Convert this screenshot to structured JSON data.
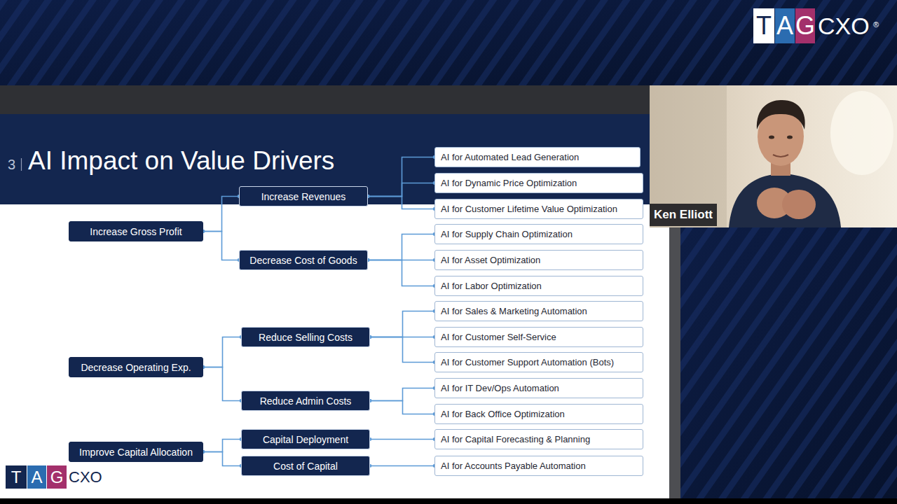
{
  "diagram": {
    "title": "AI Impact on Value Drivers",
    "nodes": [
      {
        "text": [
          "Increase Gross Profit"
        ]
      },
      {
        "text": [
          "Increase Revenues"
        ]
      },
      {
        "text": [
          "AI for Automated Lead Generation"
        ]
      },
      {
        "text": [
          "AI for Dynamic Price Optimization"
        ]
      },
      {
        "text": [
          "AI for Customer Lifetime Value Optimization"
        ]
      },
      {
        "text": [
          "Decrease Cost of Goods"
        ]
      },
      {
        "text": [
          "AI for Supply Chain Optimization"
        ]
      },
      {
        "text": [
          "AI for Asset Optimization"
        ]
      },
      {
        "text": [
          "AI for Labor Optimization"
        ]
      },
      {
        "text": [
          "Decrease Operating Exp."
        ]
      },
      {
        "text": [
          "Reduce Selling Costs"
        ]
      },
      {
        "text": [
          "AI for Sales & Marketing Automation"
        ]
      },
      {
        "text": [
          "AI for Customer Self-Service"
        ]
      },
      {
        "text": [
          "AI for Customer Support Automation (Bots)"
        ]
      },
      {
        "text": [
          "Reduce Admin Costs"
        ]
      },
      {
        "text": [
          "AI for IT Dev/Ops Automation"
        ]
      },
      {
        "text": [
          "AI for Back Office Optimization"
        ]
      },
      {
        "text": [
          "Improve Capital Allocation"
        ]
      },
      {
        "text": [
          "Capital Deployment"
        ]
      },
      {
        "text": [
          "AI for Capital Forecasting & Planning"
        ]
      },
      {
        "text": [
          "Cost of Capital"
        ]
      },
      {
        "text": [
          "AI for Accounts Payable Automation"
        ]
      }
    ],
    "edges": [
      {
        "from": 0,
        "to": 1,
        "arrow": "none"
      },
      {
        "from": 0,
        "to": 5,
        "arrow": "none"
      },
      {
        "from": 1,
        "to": 2,
        "arrow": "none"
      },
      {
        "from": 1,
        "to": 3,
        "arrow": "none"
      },
      {
        "from": 1,
        "to": 4,
        "arrow": "none"
      },
      {
        "from": 5,
        "to": 6,
        "arrow": "none"
      },
      {
        "from": 5,
        "to": 7,
        "arrow": "none"
      },
      {
        "from": 5,
        "to": 8,
        "arrow": "none"
      },
      {
        "from": 9,
        "to": 10,
        "arrow": "none"
      },
      {
        "from": 9,
        "to": 14,
        "arrow": "none"
      },
      {
        "from": 10,
        "to": 11,
        "arrow": "none"
      },
      {
        "from": 10,
        "to": 12,
        "arrow": "none"
      },
      {
        "from": 10,
        "to": 13,
        "arrow": "none"
      },
      {
        "from": 14,
        "to": 15,
        "arrow": "none"
      },
      {
        "from": 14,
        "to": 16,
        "arrow": "none"
      },
      {
        "from": 17,
        "to": 18,
        "arrow": "none"
      },
      {
        "from": 17,
        "to": 20,
        "arrow": "none"
      },
      {
        "from": 18,
        "to": 19,
        "arrow": "none"
      },
      {
        "from": 20,
        "to": 21,
        "arrow": "none"
      }
    ],
    "labels": [
      "T",
      "A",
      "G",
      "CXO",
      "®",
      "3",
      "Ken Elliott",
      "T",
      "A",
      "G",
      "CXO"
    ]
  }
}
